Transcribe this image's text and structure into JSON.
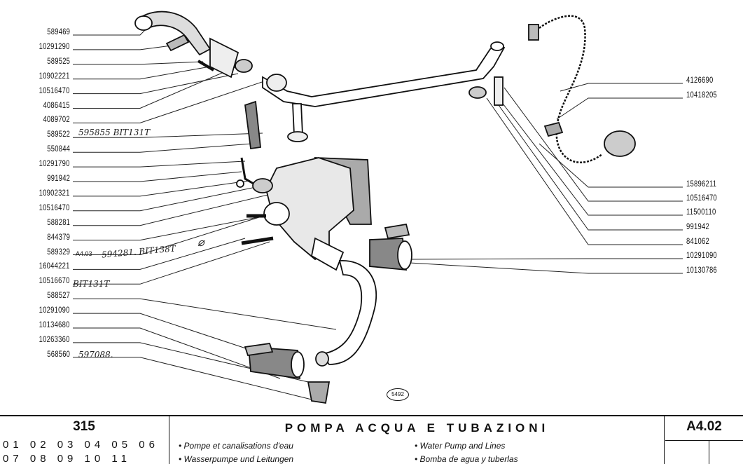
{
  "left_labels": [
    "589469",
    "10291290",
    "589525",
    "10902221",
    "10516470",
    "4086415",
    "4089702",
    "589522",
    "550844",
    "10291790",
    "991942",
    "10902321",
    "10516470",
    "588281",
    "844379",
    "589329",
    "16044221",
    "10516670",
    "588527",
    "10291090",
    "10134680",
    "10263360",
    "568560"
  ],
  "right_labels": [
    "4126690",
    "10418205",
    "15896211",
    "10516470",
    "11500110",
    "991942",
    "841062",
    "10291090",
    "10130786"
  ],
  "annotations": {
    "a589522": "595855 BIT131T",
    "a589329_ref": "A4.03",
    "a589329": "594281. BIT138T",
    "a10516670": "BIT131T",
    "a568560": "597088."
  },
  "figure_number": "5492",
  "footer": {
    "model": "315",
    "codes_row1": "01 02 03 04 05 06",
    "codes_row2": "07 08 09 10 11",
    "title": "POMPA ACQUA E TUBAZIONI",
    "fr": "• Pompe et canalisations d'eau",
    "de": "• Wasserpumpe und Leitungen",
    "en": "• Water Pump and Lines",
    "es": "• Bomba de agua y tuberlas",
    "page_ref": "A4.02"
  }
}
